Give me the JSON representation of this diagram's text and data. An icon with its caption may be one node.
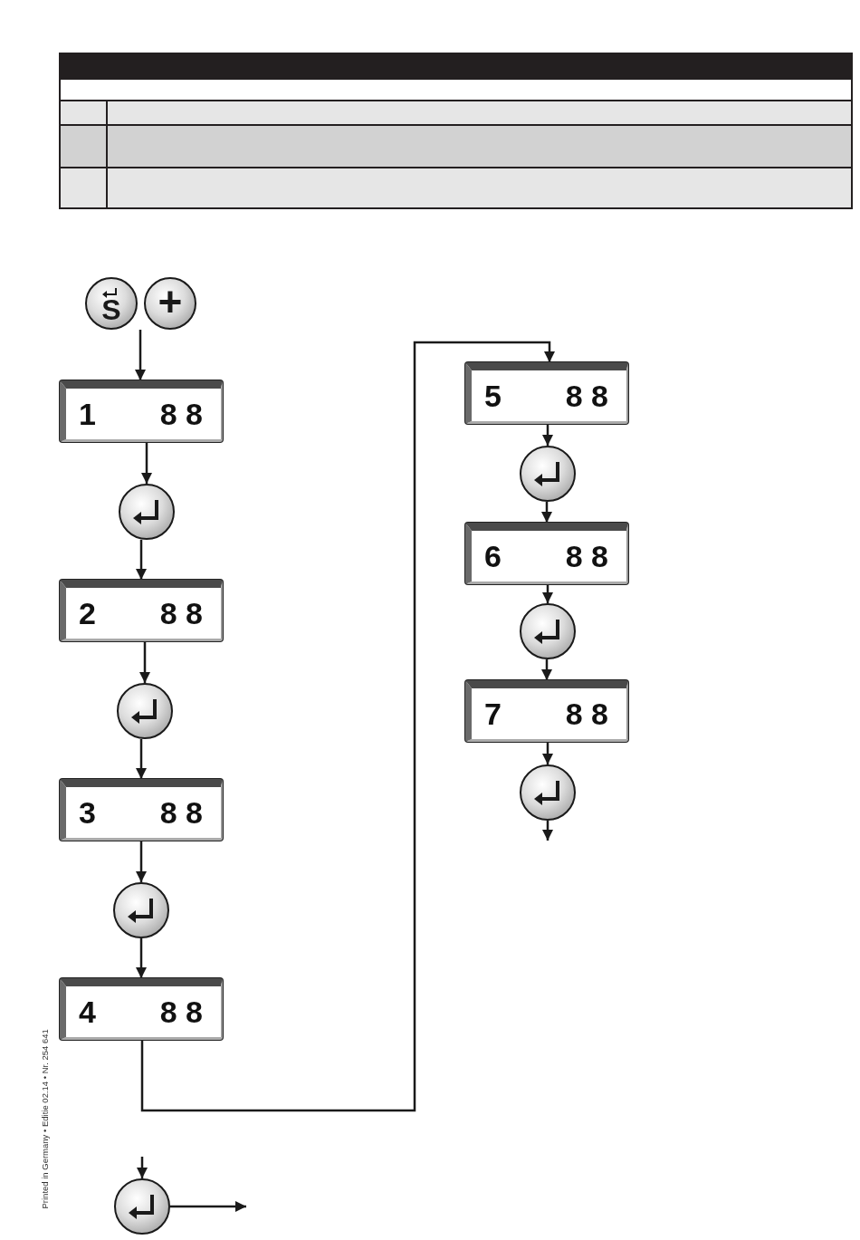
{
  "diagram": {
    "nodes": [
      {
        "text": [
          "S"
        ]
      },
      {
        "text": [
          "+"
        ]
      },
      {
        "text": [
          "1",
          "8 8"
        ]
      },
      {
        "text": [],
        "shape": "circle"
      },
      {
        "text": [
          "2",
          "8 8"
        ]
      },
      {
        "text": [],
        "shape": "circle"
      },
      {
        "text": [
          "3",
          "8 8"
        ]
      },
      {
        "text": [],
        "shape": "circle"
      },
      {
        "text": [
          "4",
          "8 8"
        ]
      },
      {
        "text": [
          "5",
          "8 8"
        ]
      },
      {
        "text": [],
        "shape": "circle"
      },
      {
        "text": [
          "6",
          "8 8"
        ]
      },
      {
        "text": [],
        "shape": "circle"
      },
      {
        "text": [
          "7",
          "8 8"
        ]
      },
      {
        "text": [],
        "shape": "circle"
      },
      {
        "text": [],
        "shape": "circle"
      }
    ],
    "edges": [
      {
        "from": 0,
        "to": 2,
        "arrow": "to"
      },
      {
        "from": 1,
        "to": 2,
        "arrow": "to"
      },
      {
        "from": 2,
        "to": 3,
        "arrow": "to"
      },
      {
        "from": 3,
        "to": 4,
        "arrow": "to"
      },
      {
        "from": 4,
        "to": 5,
        "arrow": "to"
      },
      {
        "from": 5,
        "to": 6,
        "arrow": "to"
      },
      {
        "from": 6,
        "to": 7,
        "arrow": "to"
      },
      {
        "from": 7,
        "to": 8,
        "arrow": "to"
      },
      {
        "from": 8,
        "to": 9,
        "arrow": "to"
      },
      {
        "from": 9,
        "to": 10,
        "arrow": "to"
      },
      {
        "from": 10,
        "to": 11,
        "arrow": "to"
      },
      {
        "from": 11,
        "to": 12,
        "arrow": "to"
      },
      {
        "from": 12,
        "to": 13,
        "arrow": "to"
      },
      {
        "from": 13,
        "to": 14,
        "arrow": "to"
      },
      {
        "from": 14,
        "to": null,
        "arrow": "to"
      },
      {
        "from": null,
        "to": 15,
        "arrow": "to"
      },
      {
        "from": 15,
        "to": null,
        "arrow": "to"
      }
    ],
    "labels": [
      "Printed in Germany • Editie 02.14 • Nr. 254 641"
    ]
  }
}
